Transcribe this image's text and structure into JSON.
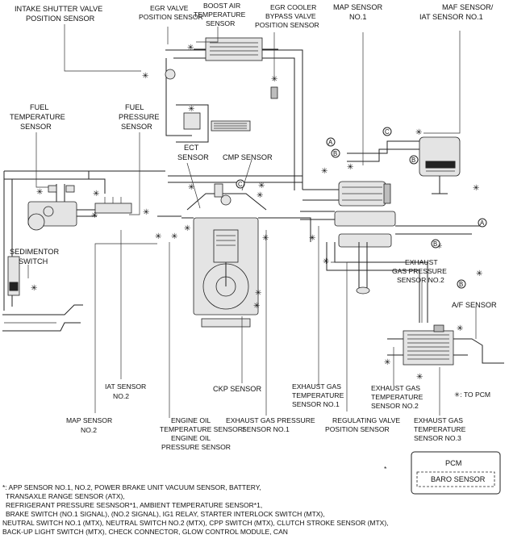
{
  "labels": {
    "intake_shutter": [
      "INTAKE SHUTTER VALVE",
      "POSITION SENSOR"
    ],
    "egr_valve": [
      "EGR VALVE",
      "POSITION SENSOR"
    ],
    "boost_air": [
      "BOOST AIR",
      "TEMPERATURE",
      "SENSOR"
    ],
    "egr_cooler": [
      "EGR COOLER",
      "BYPASS VALVE",
      "POSITION SENSOR"
    ],
    "map1": [
      "MAP SENSOR",
      "NO.1"
    ],
    "maf": [
      "MAF SENSOR/",
      "IAT SENSOR NO.1"
    ],
    "fuel_temp": [
      "FUEL",
      "TEMPERATURE",
      "SENSOR"
    ],
    "fuel_press": [
      "FUEL",
      "PRESSURE",
      "SENSOR"
    ],
    "ect": [
      "ECT",
      "SENSOR"
    ],
    "cmp": "CMP SENSOR",
    "sedimentor": [
      "SEDIMENTOR",
      "SWITCH"
    ],
    "exh_press2": [
      "EXHAUST",
      "GAS PRESSURE",
      "SENSOR NO.2"
    ],
    "af": "A/F SENSOR",
    "iat2": [
      "IAT SENSOR",
      "NO.2"
    ],
    "ckp": "CKP SENSOR",
    "exh_temp1": [
      "EXHAUST GAS",
      "TEMPERATURE",
      "SENSOR NO.1"
    ],
    "exh_temp2": [
      "EXHAUST GAS",
      "TEMPERATURE",
      "SENSOR NO.2"
    ],
    "map2": [
      "MAP SENSOR",
      "NO.2"
    ],
    "engine_oil": [
      "ENGINE OIL",
      "TEMPERATURE SENSOR/",
      "ENGINE OIL",
      "PRESSURE SENSOR"
    ],
    "exh_press1": [
      "EXHAUST GAS PRESSURE",
      "SENSOR NO.1"
    ],
    "regulating": [
      "REGULATING VALVE",
      "POSITION SENSOR"
    ],
    "exh_temp3": [
      "EXHAUST GAS",
      "TEMPERATURE",
      "SENSOR NO.3"
    ]
  },
  "markers": {
    "star": "✳",
    "to_pcm": "✳: TO PCM",
    "a": "A",
    "b": "B",
    "c": "C"
  },
  "pcm": {
    "title": "PCM",
    "baro": "BARO SENSOR",
    "star": "*"
  },
  "footnote": [
    "*: APP SENSOR NO.1, NO.2, POWER BRAKE UNIT VACUUM SENSOR, BATTERY,",
    "TRANSAXLE RANGE SENSOR (ATX),",
    "REFRIGERANT PRESSURE SESNSOR*1, AMBIENT TEMPERATURE SENSOR*1,",
    "BRAKE SWITCH (NO.1 SIGNAL), (NO.2 SIGNAL), IG1 RELAY, STARTER INTERLOCK SWITCH (MTX),",
    "NEUTRAL SWITCH NO.1 (MTX), NEUTRAL SWITCH NO.2 (MTX), CPP SWITCH (MTX), CLUTCH STROKE SENSOR (MTX),",
    "BACK-UP LIGHT SWITCH (MTX), CHECK CONNECTOR, GLOW CONTROL MODULE, CAN"
  ]
}
